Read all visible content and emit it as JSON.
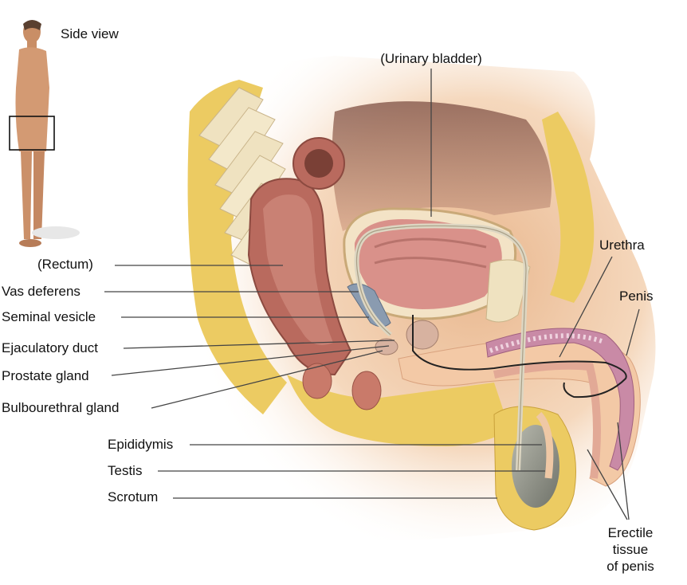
{
  "labels": {
    "side_view": "Side view",
    "urinary_bladder": "(Urinary bladder)",
    "rectum": "(Rectum)",
    "vas_deferens": "Vas deferens",
    "seminal_vesicle": "Seminal vesicle",
    "ejaculatory_duct": "Ejaculatory duct",
    "prostate_gland": "Prostate gland",
    "bulbourethral_gland": "Bulbourethral gland",
    "epididymis": "Epididymis",
    "testis": "Testis",
    "scrotum": "Scrotum",
    "urethra": "Urethra",
    "penis": "Penis",
    "erectile_tissue": [
      "Erectile",
      "tissue",
      "of penis"
    ]
  },
  "colors": {
    "fat": "#eccb62",
    "fat_light": "#f4db8a",
    "skin": "#f3c9a6",
    "muscle": "#c97a6a",
    "rectum_wall": "#b96a5e",
    "bladder": "#d9918a",
    "bone": "#efe2c0",
    "vas": "#ddd6c2",
    "spongy": "#c98aa6",
    "testis": "#8f938a",
    "leader": "#444444"
  }
}
